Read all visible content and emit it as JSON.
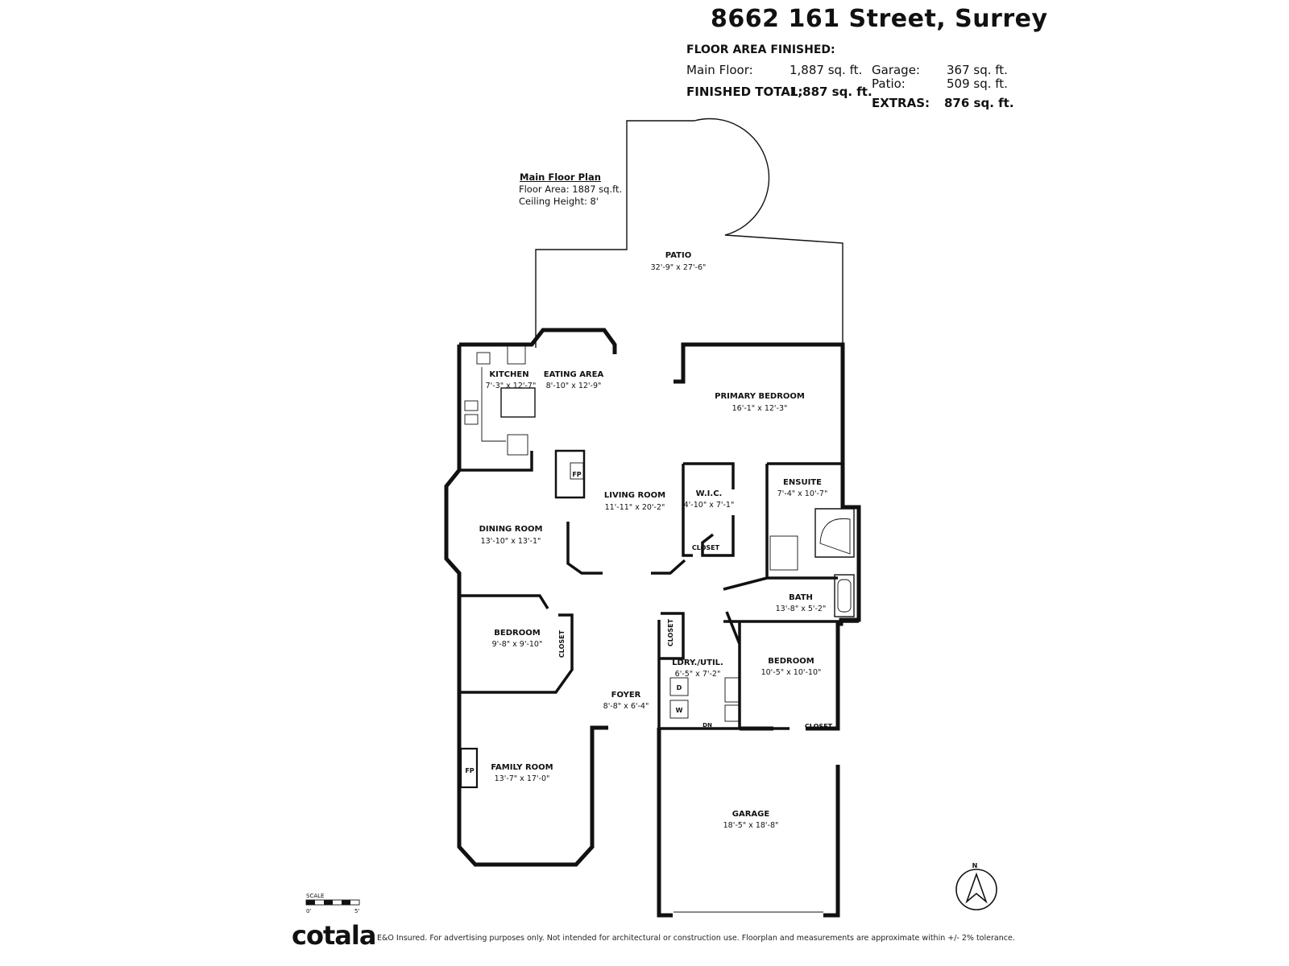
{
  "header": {
    "address": "8662 161 Street, Surrey",
    "section_label": "FLOOR AREA FINISHED:",
    "main_floor_label": "Main Floor:",
    "main_floor_value": "1,887 sq. ft.",
    "finished_total_label": "FINISHED TOTAL:",
    "finished_total_value": "1,887 sq. ft.",
    "garage_label": "Garage:",
    "garage_value": "367 sq. ft.",
    "patio_label": "Patio:",
    "patio_value": "509 sq. ft.",
    "extras_label": "EXTRAS:",
    "extras_value": "876 sq. ft."
  },
  "plan_info": {
    "title": "Main Floor Plan",
    "floor_area": "Floor Area: 1887 sq.ft.",
    "ceiling_height": "Ceiling Height: 8'"
  },
  "rooms": {
    "patio": {
      "name": "PATIO",
      "dim": "32'-9\" x 27'-6\""
    },
    "kitchen": {
      "name": "KITCHEN",
      "dim": "7'-3\" x 12'-7\""
    },
    "eating_area": {
      "name": "EATING AREA",
      "dim": "8'-10\" x 12'-9\""
    },
    "primary_bedroom": {
      "name": "PRIMARY BEDROOM",
      "dim": "16'-1\" x 12'-3\""
    },
    "living_room": {
      "name": "LIVING ROOM",
      "dim": "11'-11\" x 20'-2\""
    },
    "wic": {
      "name": "W.I.C.",
      "dim": "4'-10\" x 7'-1\""
    },
    "ensuite": {
      "name": "ENSUITE",
      "dim": "7'-4\" x 10'-7\""
    },
    "dining_room": {
      "name": "DINING ROOM",
      "dim": "13'-10\" x 13'-1\""
    },
    "bath": {
      "name": "BATH",
      "dim": "13'-8\" x 5'-2\""
    },
    "bedroom_left": {
      "name": "BEDROOM",
      "dim": "9'-8\" x 9'-10\""
    },
    "laundry": {
      "name": "LDRY./UTIL.",
      "dim": "6'-5\" x 7'-2\""
    },
    "bedroom_right": {
      "name": "BEDROOM",
      "dim": "10'-5\" x 10'-10\""
    },
    "foyer": {
      "name": "FOYER",
      "dim": "8'-8\" x 6'-4\""
    },
    "family_room": {
      "name": "FAMILY ROOM",
      "dim": "13'-7\" x 17'-0\""
    },
    "garage": {
      "name": "GARAGE",
      "dim": "18'-5\" x 18'-8\""
    }
  },
  "labels": {
    "closet": "CLOSET",
    "fireplace": "FP",
    "dryer": "D",
    "washer": "W",
    "dn": "DN"
  },
  "scale": {
    "label": "SCALE",
    "zero": "0'",
    "five": "5'"
  },
  "compass": {
    "north": "N"
  },
  "footer": {
    "brand": "cotala",
    "disclaimer": "E&O Insured. For advertising purposes only. Not intended for architectural or construction use. Floorplan and measurements are approximate within +/- 2% tolerance."
  }
}
